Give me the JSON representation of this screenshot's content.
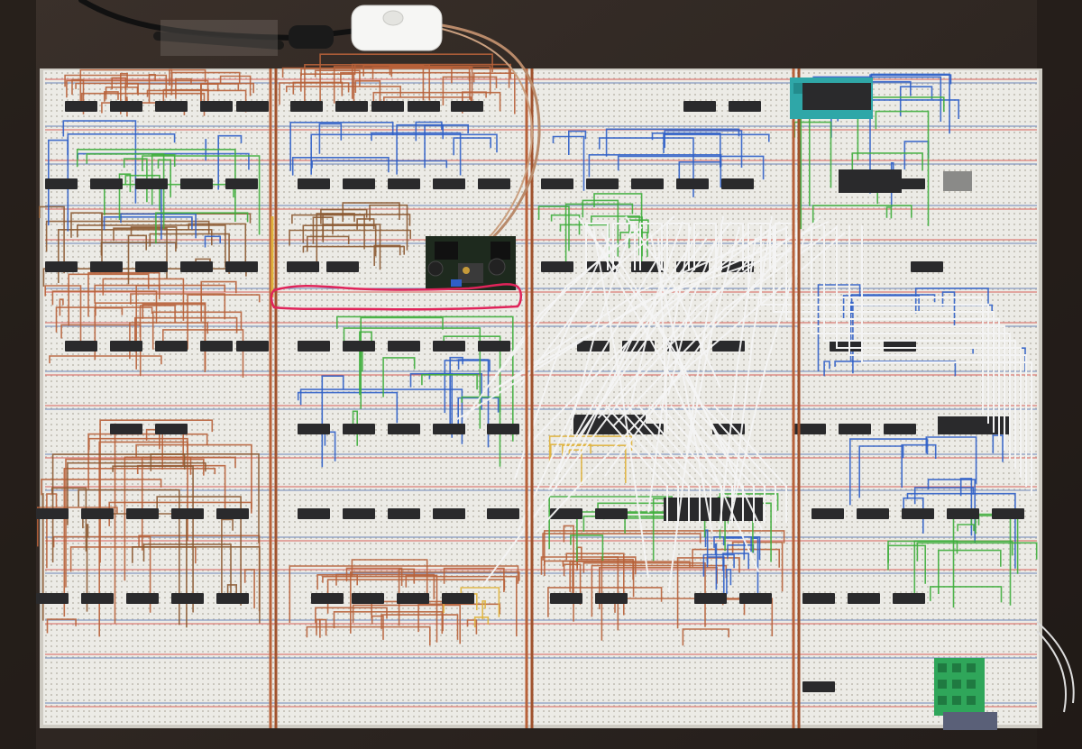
{
  "image": {
    "subject": "breadboard-computer",
    "colors": {
      "table": "#2b2521",
      "table_edge": "#3a302a",
      "board": "#ecebe6",
      "board_shadow": "#cfccc4",
      "rail_red": "#d8625a",
      "rail_blue": "#6d86b8",
      "chip": "#2a2a2c",
      "wire_copper": "#b8623a",
      "wire_brown": "#8c5a32",
      "wire_blue": "#2f5fc8",
      "wire_green": "#3fae3c",
      "wire_white": "#f4f4f4",
      "wire_yellow": "#e0b23a",
      "annotation_red": "#e0245a",
      "teal_socket": "#2fa7a8",
      "green_terminal": "#2fa65a",
      "switch_white": "#f6f6f4",
      "regulator_pcb": "#1e2a1e"
    },
    "annotation": {
      "shape": "hand-drawn-outline",
      "color_name": "red"
    }
  }
}
